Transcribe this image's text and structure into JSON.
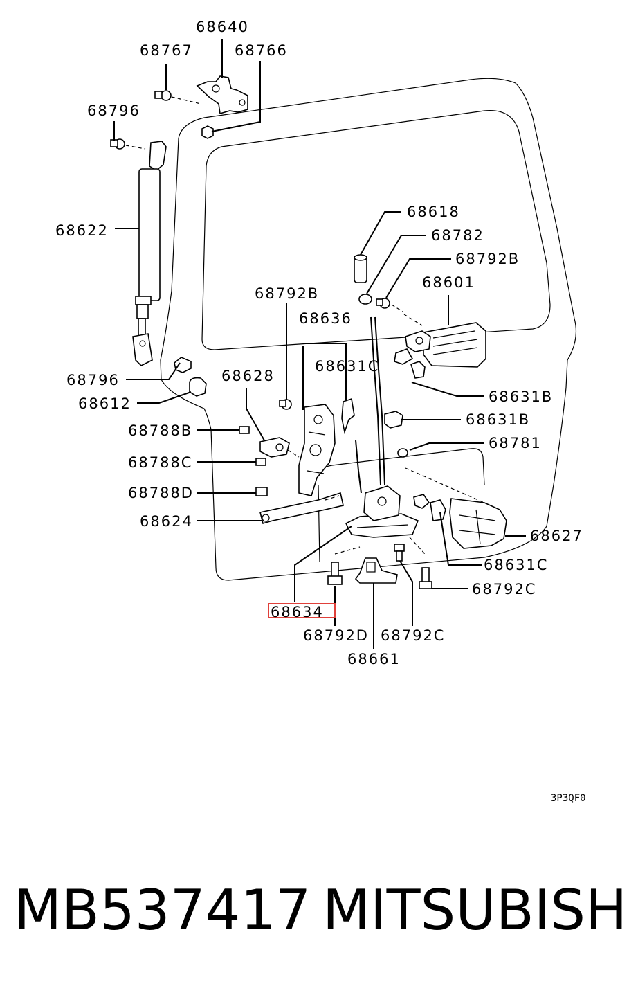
{
  "diagram": {
    "callouts": {
      "c68640": "68640",
      "c68767": "68767",
      "c68766": "68766",
      "c68796a": "68796",
      "c68622": "68622",
      "c68618": "68618",
      "c68782": "68782",
      "c68792b_a": "68792B",
      "c68601": "68601",
      "c68792b_b": "68792B",
      "c68636": "68636",
      "c68631c_a": "68631C",
      "c68796b": "68796",
      "c68612": "68612",
      "c68628": "68628",
      "c68631b_a": "68631B",
      "c68631b_b": "68631B",
      "c68788b": "68788B",
      "c68781": "68781",
      "c68788c": "68788C",
      "c68788d": "68788D",
      "c68624": "68624",
      "c68627": "68627",
      "c68631c_b": "68631C",
      "c68792c_a": "68792C",
      "c68634": "68634",
      "c68792d": "68792D",
      "c68792c_b": "68792C",
      "c68661": "68661"
    },
    "figure_code": "3P3QF0",
    "highlight_color": "#e0403a"
  },
  "footer": {
    "part_number": "MB537417",
    "brand": "MITSUBISHI"
  }
}
